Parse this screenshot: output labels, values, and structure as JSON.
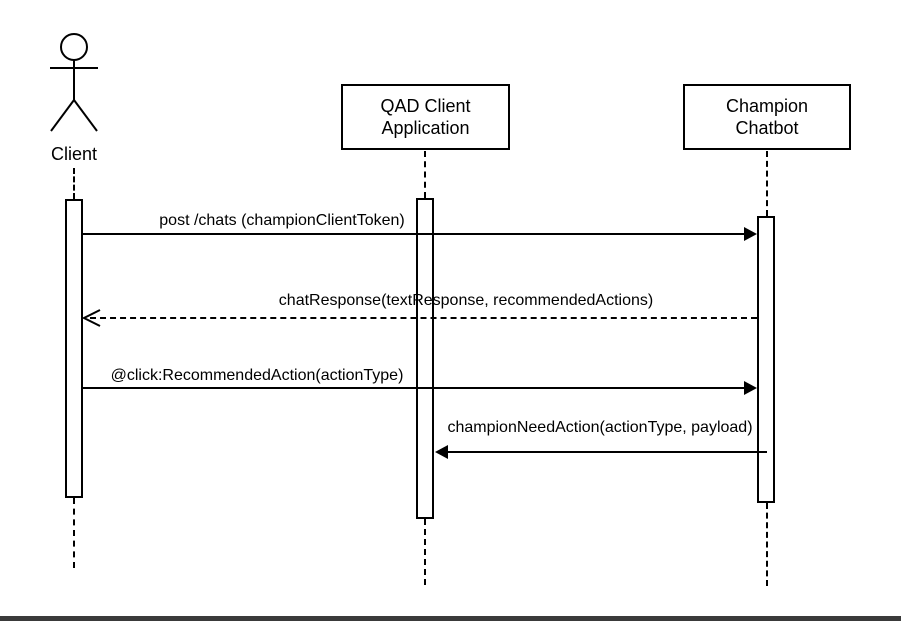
{
  "diagram": {
    "type": "uml-sequence",
    "colors": {
      "stroke": "#000000",
      "background": "#ffffff",
      "footer_rule": "#3a3a3a"
    },
    "participants": [
      {
        "id": "client",
        "kind": "actor",
        "label": "Client"
      },
      {
        "id": "qad-client-application",
        "kind": "object",
        "label_line1": "QAD Client",
        "label_line2": "Application"
      },
      {
        "id": "champion-chatbot",
        "kind": "object",
        "label_line1": "Champion",
        "label_line2": "Chatbot"
      }
    ],
    "messages": [
      {
        "label": "post /chats (championClientToken)",
        "from": "Client",
        "to": "Champion Chatbot",
        "line": "solid",
        "arrow": "filled-right"
      },
      {
        "label": "chatResponse(textResponse, recommendedActions)",
        "from": "Champion Chatbot",
        "to": "Client",
        "line": "dashed",
        "arrow": "open-left"
      },
      {
        "label": "@click:RecommendedAction(actionType)",
        "from": "Client",
        "to": "Champion Chatbot",
        "line": "solid",
        "arrow": "filled-right"
      },
      {
        "label": "championNeedAction(actionType, payload)",
        "from": "Champion Chatbot",
        "to": "QAD Client Application",
        "line": "solid",
        "arrow": "filled-left"
      }
    ]
  }
}
